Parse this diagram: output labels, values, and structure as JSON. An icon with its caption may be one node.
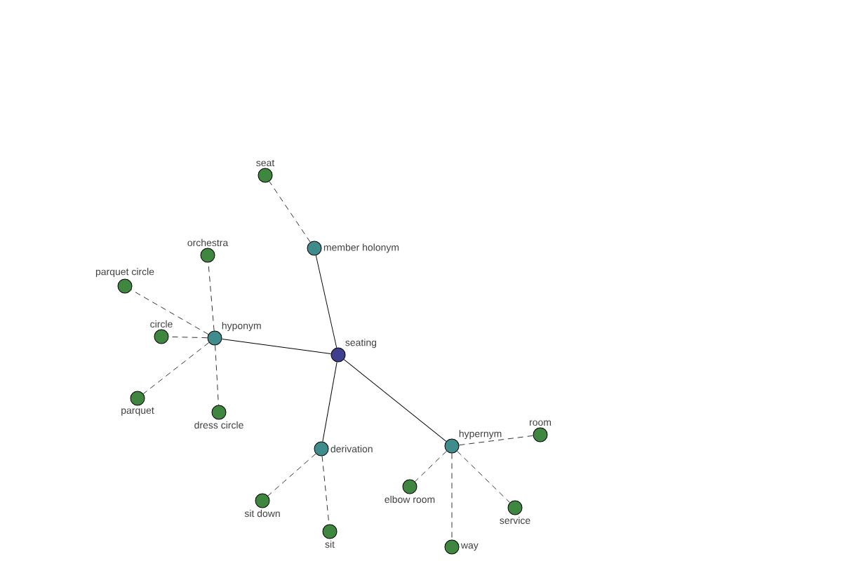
{
  "diagram": {
    "nodes": [
      {
        "text": [
          "seating"
        ]
      },
      {
        "text": [
          "member holonym"
        ]
      },
      {
        "text": [
          "hyponym"
        ]
      },
      {
        "text": [
          "derivation"
        ]
      },
      {
        "text": [
          "hypernym"
        ]
      },
      {
        "text": [
          "seat"
        ]
      },
      {
        "text": [
          "orchestra"
        ]
      },
      {
        "text": [
          "parquet circle"
        ]
      },
      {
        "text": [
          "circle"
        ]
      },
      {
        "text": [
          "parquet"
        ]
      },
      {
        "text": [
          "dress circle"
        ]
      },
      {
        "text": [
          "sit down"
        ]
      },
      {
        "text": [
          "sit"
        ]
      },
      {
        "text": [
          "elbow room"
        ]
      },
      {
        "text": [
          "way"
        ]
      },
      {
        "text": [
          "service"
        ]
      },
      {
        "text": [
          "room"
        ]
      }
    ],
    "edges": [
      {
        "from": 0,
        "to": 1,
        "arrow": "none"
      },
      {
        "from": 0,
        "to": 2,
        "arrow": "none"
      },
      {
        "from": 0,
        "to": 3,
        "arrow": "none"
      },
      {
        "from": 0,
        "to": 4,
        "arrow": "none"
      },
      {
        "from": 1,
        "to": 5,
        "arrow": "none",
        "style": "dashed"
      },
      {
        "from": 2,
        "to": 6,
        "arrow": "none",
        "style": "dashed"
      },
      {
        "from": 2,
        "to": 7,
        "arrow": "none",
        "style": "dashed"
      },
      {
        "from": 2,
        "to": 8,
        "arrow": "none",
        "style": "dashed"
      },
      {
        "from": 2,
        "to": 9,
        "arrow": "none",
        "style": "dashed"
      },
      {
        "from": 2,
        "to": 10,
        "arrow": "none",
        "style": "dashed"
      },
      {
        "from": 3,
        "to": 11,
        "arrow": "none",
        "style": "dashed"
      },
      {
        "from": 3,
        "to": 12,
        "arrow": "none",
        "style": "dashed"
      },
      {
        "from": 4,
        "to": 13,
        "arrow": "none",
        "style": "dashed"
      },
      {
        "from": 4,
        "to": 14,
        "arrow": "none",
        "style": "dashed"
      },
      {
        "from": 4,
        "to": 15,
        "arrow": "none",
        "style": "dashed"
      },
      {
        "from": 4,
        "to": 16,
        "arrow": "none",
        "style": "dashed"
      }
    ]
  }
}
